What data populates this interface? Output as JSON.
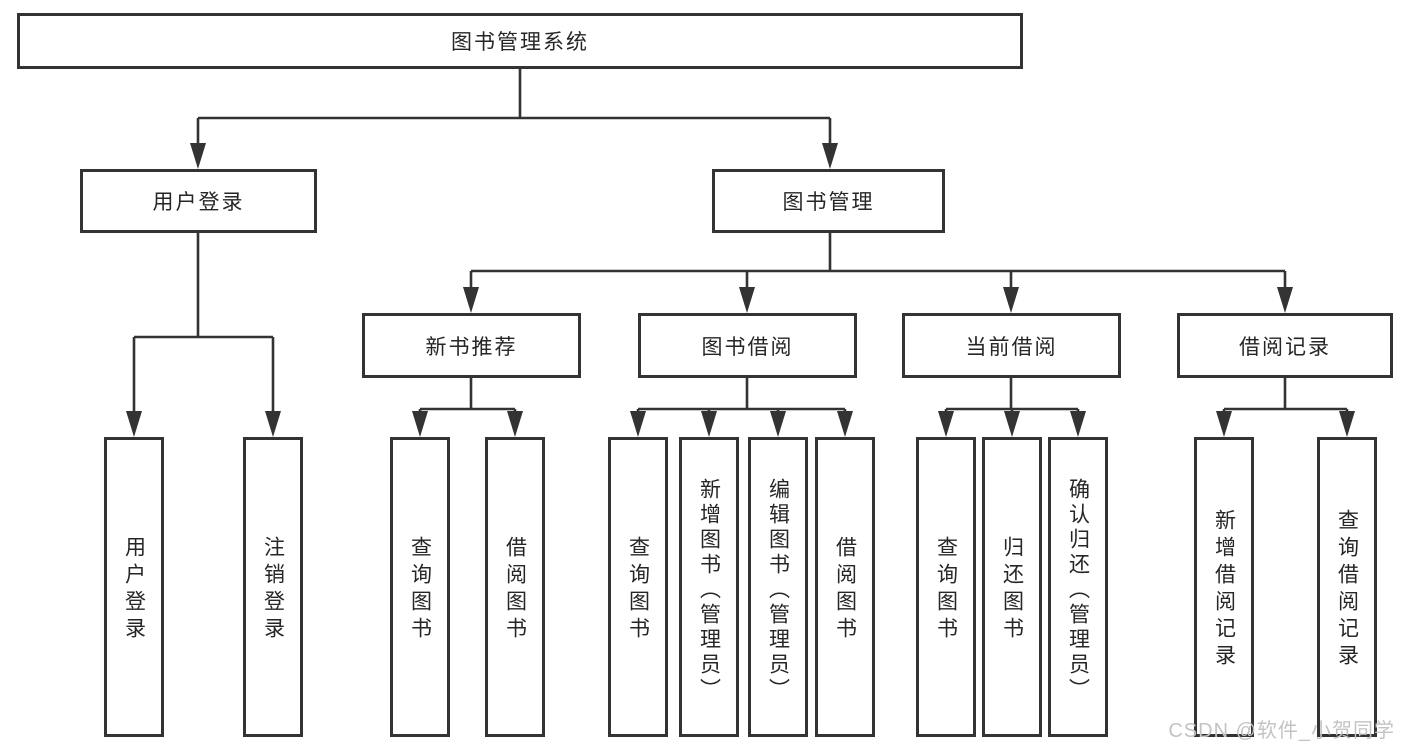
{
  "diagram": {
    "root": {
      "label": "图书管理系统"
    },
    "level2": {
      "user_login": {
        "label": "用户登录"
      },
      "book_management": {
        "label": "图书管理"
      }
    },
    "level3": {
      "new_book_recommend": {
        "label": "新书推荐"
      },
      "book_borrow": {
        "label": "图书借阅"
      },
      "current_borrow": {
        "label": "当前借阅"
      },
      "borrow_record": {
        "label": "借阅记录"
      }
    },
    "leaves": {
      "user_login_leaf": {
        "label": "用户登录"
      },
      "logout_leaf": {
        "label": "注销登录"
      },
      "recommend_query_books": {
        "label": "查询图书"
      },
      "recommend_borrow_books": {
        "label": "借阅图书"
      },
      "borrow_query_books": {
        "label": "查询图书"
      },
      "borrow_add_books": {
        "label": "新增图书（管理员）"
      },
      "borrow_edit_books": {
        "label": "编辑图书（管理员）"
      },
      "borrow_borrow_books": {
        "label": "借阅图书"
      },
      "current_query_books": {
        "label": "查询图书"
      },
      "current_return_books": {
        "label": "归还图书"
      },
      "current_confirm_return": {
        "label": "确认归还（管理员）"
      },
      "record_add": {
        "label": "新增借阅记录"
      },
      "record_query": {
        "label": "查询借阅记录"
      }
    },
    "watermark": "CSDN @软件_小贺同学",
    "colors": {
      "line": "#333333",
      "box_border": "#333333",
      "text": "#262626",
      "watermark": "#c3c3c3",
      "background": "#ffffff"
    }
  }
}
